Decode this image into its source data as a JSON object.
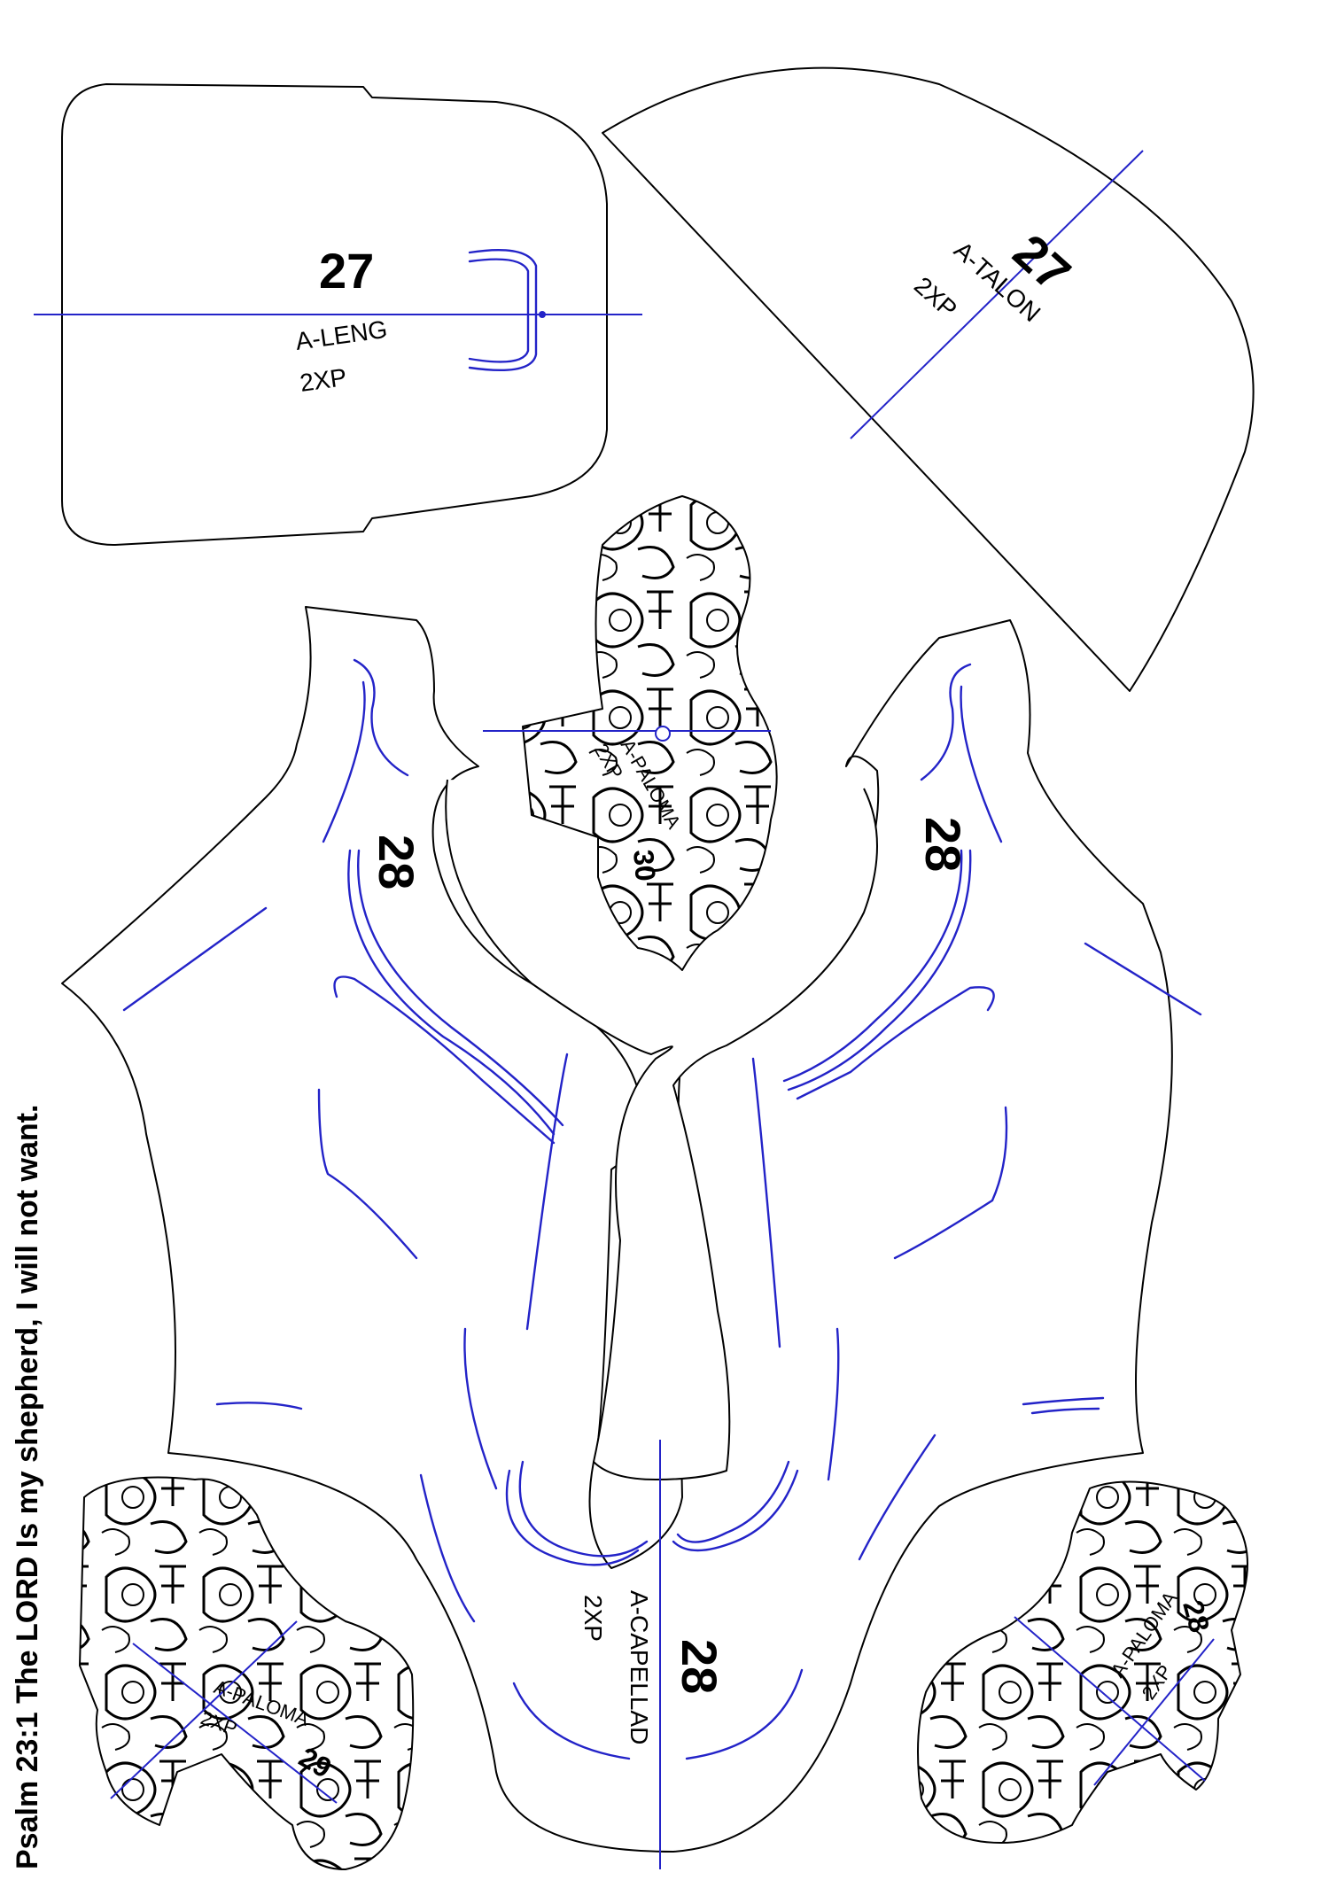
{
  "verse": "Psalm 23:1 The LORD Is my shepherd, I will not want.",
  "colors": {
    "outline": "#000000",
    "seam": "#2323c8",
    "paper": "#ffffff"
  },
  "pieces": {
    "leng": {
      "number": "27",
      "name": "A-LENG",
      "qty": "2XP"
    },
    "talon": {
      "number": "27",
      "name": "A-TALON",
      "qty": "2XP"
    },
    "paloma_top": {
      "number": "30",
      "name": "A-PALOMA",
      "qty": "2XP"
    },
    "capellad": {
      "number": "28",
      "name": "A-CAPELLAD",
      "qty": "2XP",
      "side_left": "28",
      "side_right": "28"
    },
    "paloma_left": {
      "number": "29",
      "name": "A-PALOMA",
      "qty": "2XP"
    },
    "paloma_right": {
      "number": "28",
      "name": "A-PALOMA",
      "qty": "2XP"
    }
  }
}
